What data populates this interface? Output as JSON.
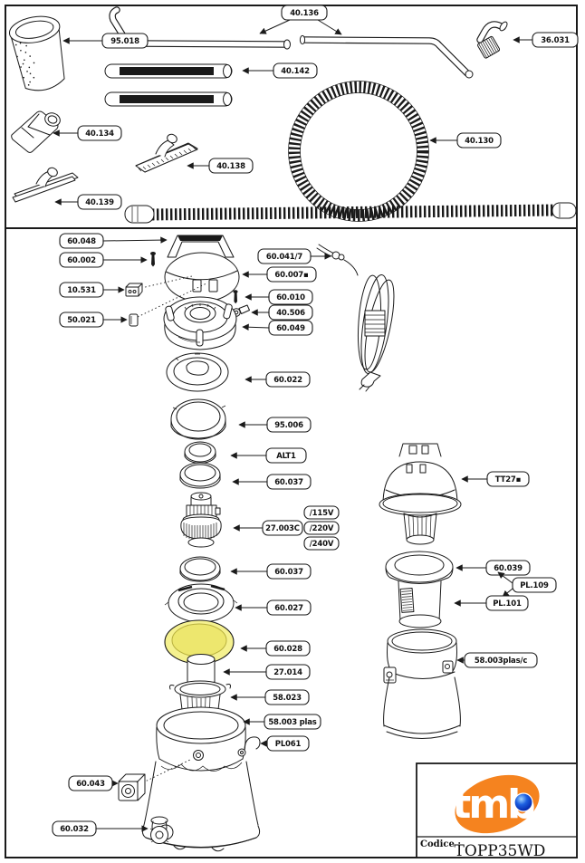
{
  "diagram": {
    "brand": "tmb",
    "codice_label": "Codice :",
    "codice_value": "TOPP35WD"
  },
  "colors": {
    "line": "#1a1a1a",
    "background": "#ffffff",
    "highlight_yellow": "#f5f18f",
    "highlight_yellow_inner": "#ede76e",
    "logo_orange": "#f5831f",
    "logo_blue": "#1d5fe0"
  },
  "labels": {
    "p95018": "95.018",
    "p40136": "40.136",
    "p36031": "36.031",
    "p40142": "40.142",
    "p40134": "40.134",
    "p40138": "40.138",
    "p40139": "40.139",
    "p40130": "40.130",
    "p60048": "60.048",
    "p60002": "60.002",
    "p10531": "10.531",
    "p50021": "50.021",
    "p60041_7": "60.041/7",
    "p60007": "60.007▪",
    "p60010": "60.010",
    "p40506": "40.506",
    "p60049": "60.049",
    "p60022": "60.022",
    "p95006": "95.006",
    "pALT1": "ALT1",
    "p60037": "60.037",
    "p27003": "27.003C",
    "v115": "/115V",
    "v220": "/220V",
    "v240": "/240V",
    "p60037b": "60.037",
    "p60027": "60.027",
    "p60028": "60.028",
    "p27014": "27.014",
    "p58023": "58.023",
    "p58003plas": "58.003 plas",
    "pPL061": "PL061",
    "p60043": "60.043",
    "p60032": "60.032",
    "pTT27": "TT27▪",
    "p60039": "60.039",
    "pPL109": "PL.109",
    "pPL101": "PL.101",
    "p58003plasc": "58.003plas/c"
  }
}
